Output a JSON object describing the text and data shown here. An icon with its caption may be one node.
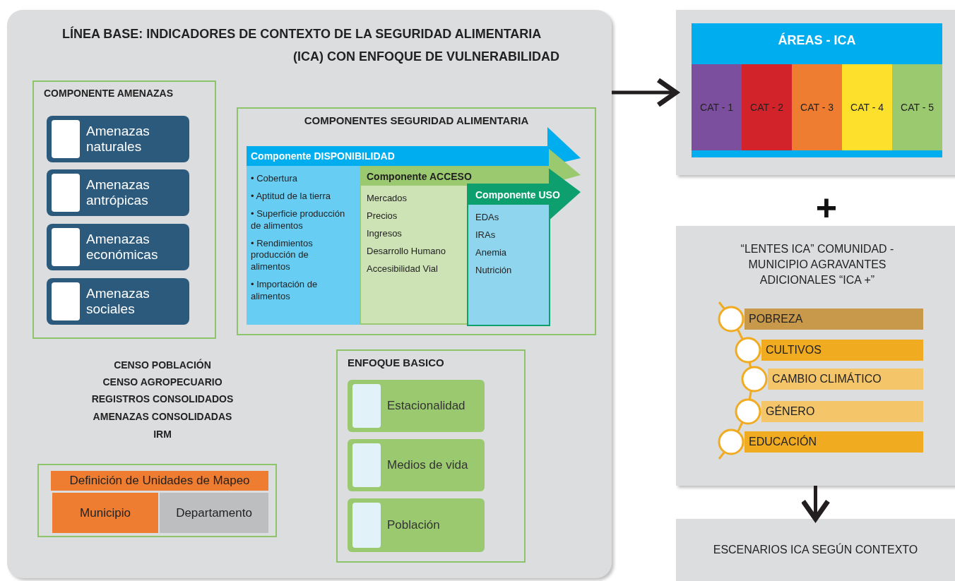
{
  "diagram": {
    "nodes": [
      {
        "text": [
          "LÍNEA BASE: INDICADORES DE CONTEXTO DE LA SEGURIDAD ALIMENTARIA (ICA) CON ENFOQUE DE VULNERABILIDAD"
        ]
      },
      {
        "text": [
          "COMPONENTE AMENAZAS"
        ],
        "in": 0
      },
      {
        "text": [
          "Amenazas naturales"
        ],
        "in": 1
      },
      {
        "text": [
          "Amenazas antrópicas"
        ],
        "in": 1
      },
      {
        "text": [
          "Amenazas económicas"
        ],
        "in": 1
      },
      {
        "text": [
          "Amenazas sociales"
        ],
        "in": 1
      },
      {
        "text": [
          "COMPONENTES SEGURIDAD ALIMENTARIA"
        ],
        "in": 0
      },
      {
        "text": [
          "Componente DISPONIBILIDAD",
          "• Cobertura",
          "• Aptitud de la tierra",
          "• Superficie producción de alimentos",
          "• Rendimientos producción de alimentos",
          "• Importación de alimentos"
        ],
        "in": 6
      },
      {
        "text": [
          "Componente ACCESO",
          "Mercados",
          "Precios",
          "Ingresos",
          "Desarrollo Humano",
          "Accesibilidad Vial"
        ],
        "in": 7
      },
      {
        "text": [
          "Componente USO",
          "EDAs",
          "IRAs",
          "Anemia",
          "Nutrición"
        ],
        "in": 8
      },
      {
        "text": [
          "Definición de Unidades de Mapeo"
        ],
        "in": 0
      },
      {
        "text": [
          "Municipio"
        ],
        "in": 10
      },
      {
        "text": [
          "Departamento"
        ],
        "in": 10
      },
      {
        "text": [
          "ENFOQUE BASICO"
        ],
        "in": 0
      },
      {
        "text": [
          "Estacionalidad"
        ],
        "in": 13
      },
      {
        "text": [
          "Medios de vida"
        ],
        "in": 13
      },
      {
        "text": [
          "Población"
        ],
        "in": 13
      },
      {
        "text": [
          "ÁREAS - ICA"
        ]
      },
      {
        "text": [
          "CAT - 1"
        ],
        "in": 17
      },
      {
        "text": [
          "CAT - 2"
        ],
        "in": 17
      },
      {
        "text": [
          "CAT - 3"
        ],
        "in": 17
      },
      {
        "text": [
          "CAT - 4"
        ],
        "in": 17
      },
      {
        "text": [
          "CAT - 5"
        ],
        "in": 17
      },
      {
        "text": [
          "“LENTES ICA” COMUNIDAD - MUNICIPIO AGRAVANTES ADICIONALES “ICA +”"
        ]
      },
      {
        "text": [
          "POBREZA"
        ],
        "in": 23
      },
      {
        "text": [
          "CULTIVOS"
        ],
        "in": 23
      },
      {
        "text": [
          "CAMBIO CLIMÁTICO"
        ],
        "in": 23
      },
      {
        "text": [
          "GÉNERO"
        ],
        "in": 23
      },
      {
        "text": [
          "EDUCACIÓN"
        ],
        "in": 23
      },
      {
        "text": [
          "ESCENARIOS ICA SEGÚN CONTEXTO"
        ]
      }
    ],
    "edges": [
      {
        "from": 0,
        "to": 17,
        "arrow": "to"
      },
      {
        "from": 23,
        "to": 29,
        "arrow": "to"
      }
    ],
    "labels": [
      "CENSO POBLACIÓN",
      "CENSO AGROPECUARIO",
      "REGISTROS CONSOLIDADOS",
      "AMENAZAS CONSOLIDADAS",
      "IRM",
      "+"
    ]
  }
}
